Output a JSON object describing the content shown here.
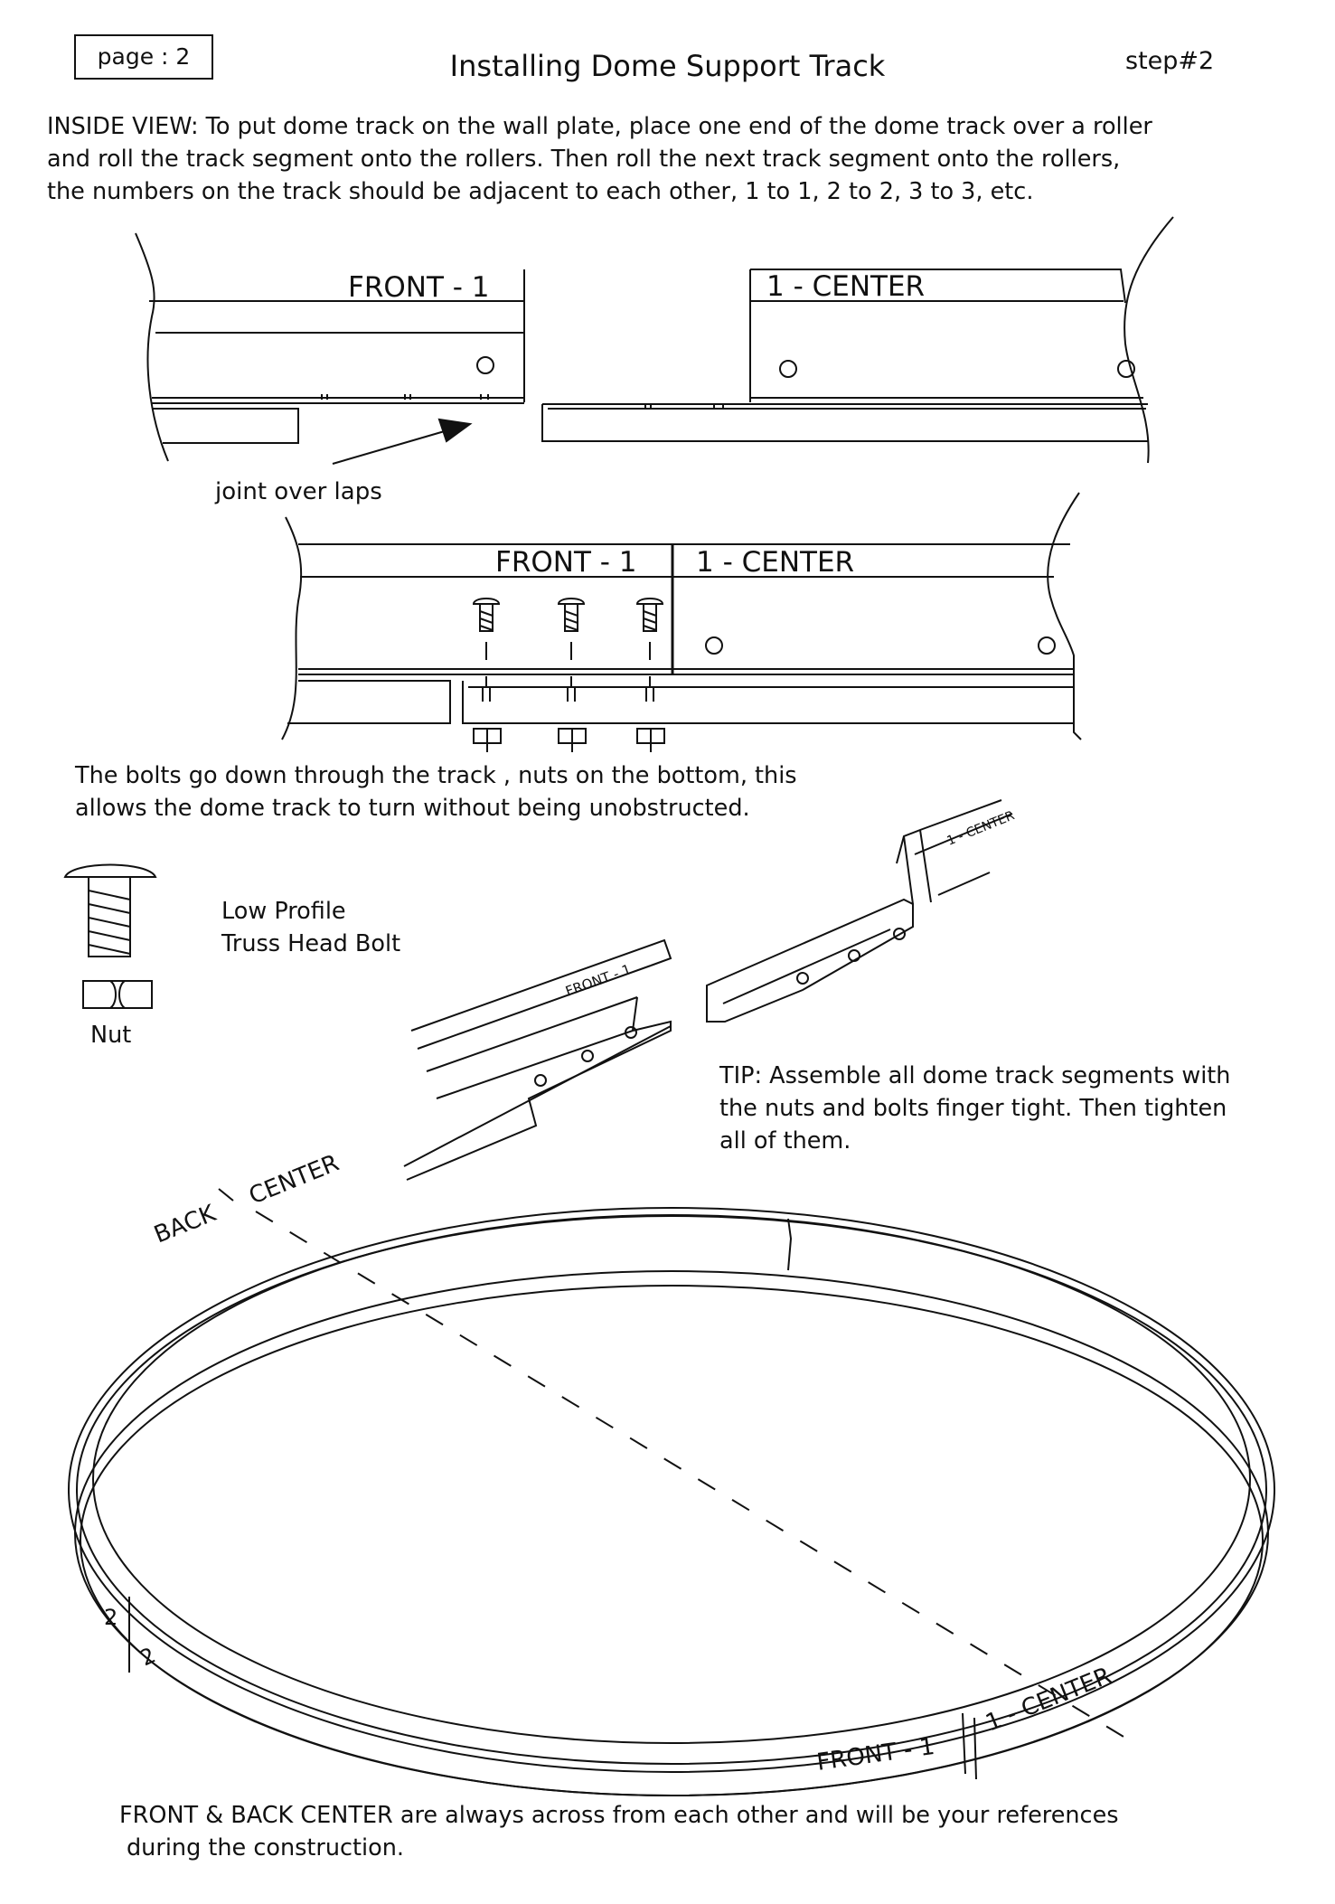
{
  "header": {
    "page_label": "page : 2",
    "title": "Installing Dome Support Track",
    "step": "step#2"
  },
  "instructions": {
    "line1": "INSIDE VIEW: To put dome track on the wall plate, place one end of the dome track over a roller",
    "line2": "and roll the track segment onto the rollers.  Then roll the next track segment onto the rollers,",
    "line3": "the numbers on the track should be adjacent to each other, 1 to 1, 2 to 2, 3 to 3, etc."
  },
  "diagram_top": {
    "left_segment_label": "FRONT - 1",
    "right_segment_label": "1 - CENTER",
    "arrow_caption": "joint over laps"
  },
  "diagram_joined": {
    "left_label": "FRONT - 1",
    "right_label": "1 - CENTER"
  },
  "bolts_note": {
    "line1": "The bolts go down through the track , nuts on the bottom, this",
    "line2": "allows the dome track to turn without being unobstructed."
  },
  "legend": {
    "bolt_line1": "Low Profile",
    "bolt_line2": "Truss Head Bolt",
    "nut_label": "Nut"
  },
  "perspective": {
    "front_label": "FRONT - 1",
    "center_label": "1 - CENTER"
  },
  "tip": {
    "line1": "TIP: Assemble all dome track segments with",
    "line2": "the nuts and bolts finger tight.  Then tighten",
    "line3": "all of them."
  },
  "ring": {
    "back_label": "BACK",
    "center_label": "CENTER",
    "segment_two_a": "2",
    "segment_two_b": "2",
    "front_label": "FRONT  - 1",
    "center_right_label": "1 - CENTER"
  },
  "footer": {
    "line1": "FRONT & BACK CENTER are always across from each other and will be your references",
    "line2": "during the construction."
  }
}
